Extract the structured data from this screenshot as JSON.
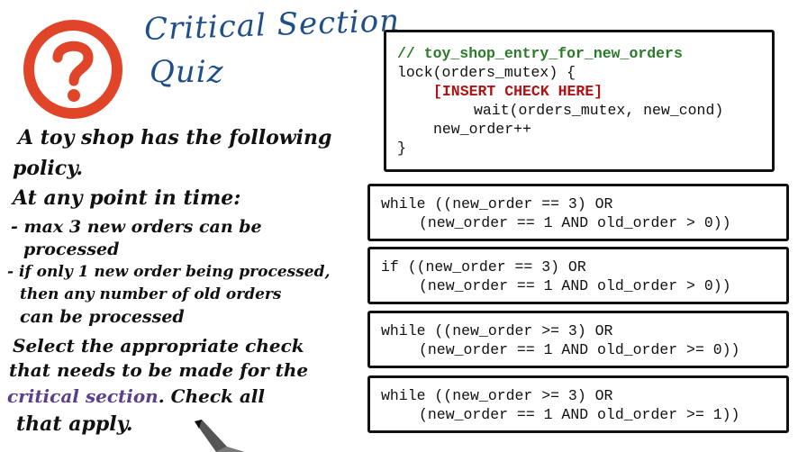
{
  "title": {
    "line1": "Critical Section",
    "line2": "Quiz"
  },
  "prompt": {
    "lines": [
      "A toy shop has the following",
      "policy.",
      "At any point in time:",
      "- max 3 new orders can be",
      "processed",
      "- if only 1 new order being processed,",
      "then any number of old orders",
      "can be processed",
      "Select the appropriate check",
      "that needs to be made for the"
    ],
    "highlight": "critical section",
    "after_highlight": ". Check all",
    "last_line": "that apply."
  },
  "code": {
    "comment": "// toy_shop_entry_for_new_orders",
    "line2": "lock(orders_mutex) {",
    "insert": "[INSERT CHECK HERE]",
    "line4": "wait(orders_mutex, new_cond)",
    "line5": "new_order++",
    "line6": "}"
  },
  "options": [
    {
      "line1": "while ((new_order == 3) OR",
      "line2": "(new_order == 1 AND old_order > 0))"
    },
    {
      "line1": "if ((new_order == 3) OR",
      "line2": "(new_order == 1 AND old_order > 0))"
    },
    {
      "line1": "while ((new_order >= 3) OR",
      "line2": "(new_order == 1 AND old_order >= 0))"
    },
    {
      "line1": "while ((new_order >= 3) OR",
      "line2": "(new_order == 1 AND old_order >= 1))"
    }
  ],
  "colors": {
    "icon_red": "#e0452a",
    "title_blue": "#1f4f8a",
    "comment_green": "#2a7a2a",
    "insert_red": "#b01313",
    "highlight_purple": "#5b3f8c"
  },
  "icons": {
    "quiz": "question-mark-icon",
    "pen": "pen-icon"
  }
}
